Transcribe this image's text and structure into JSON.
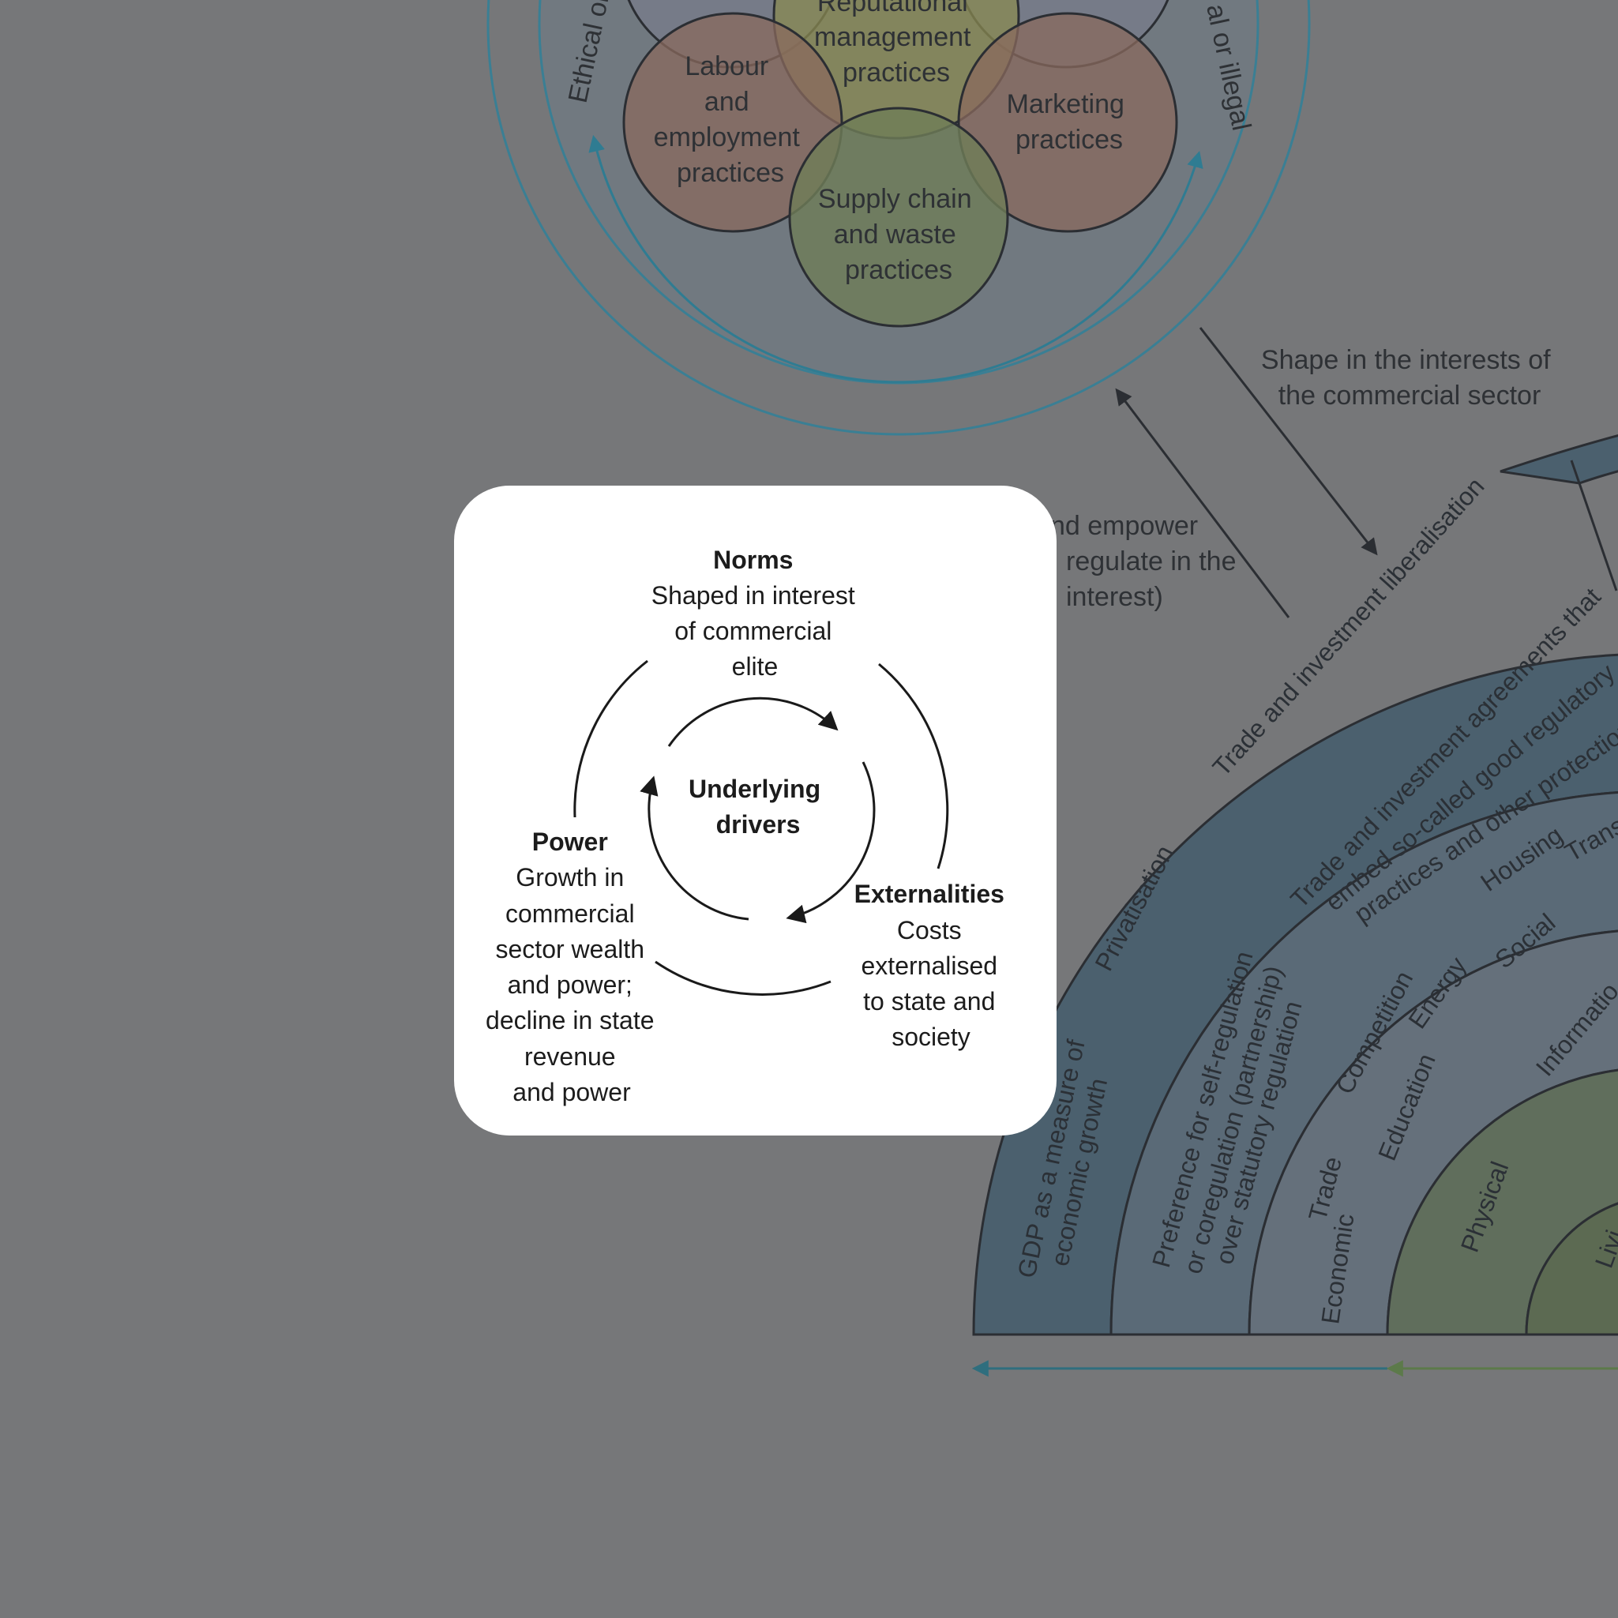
{
  "venn": {
    "circles": [
      {
        "label_lines": [
          "Reputational",
          "management",
          "practices"
        ],
        "color": "#8a8a52"
      },
      {
        "label_lines": [
          "Labour",
          "and",
          "employment",
          "practices"
        ],
        "color": "#8a6a5e"
      },
      {
        "label_lines": [
          "Marketing",
          "practices"
        ],
        "color": "#8a6a5e"
      },
      {
        "label_lines": [
          "Supply chain",
          "and waste",
          "practices"
        ],
        "color": "#6f7d57"
      }
    ],
    "ring_label_left": "Ethical or",
    "ring_label_right": "al or illegal",
    "ring_color": "#3a7f94"
  },
  "arrows": {
    "down_label_lines": [
      "Shape in the interests of",
      "the commercial sector"
    ],
    "up_label_lines": [
      "nd empower",
      "regulate in the",
      "interest)"
    ]
  },
  "fan": {
    "outer_band_color": "#4b606e",
    "bands": {
      "outer": [
        "Trade and investment liberalisation",
        "Privatisation",
        "GDP as a measure of",
        "economic growth"
      ],
      "second": [
        "Trade and investment agreements that",
        "embed so-called good regulatory",
        "practices and other protections",
        "Preference for self-regulation",
        "or coregulation (partnership)",
        "over statutory regulation"
      ],
      "third": [
        "Housing",
        "Trans",
        "Social",
        "Competition",
        "Energy",
        "Education",
        "Trade",
        "Economic"
      ],
      "fourth": [
        "Informatio",
        "Physical",
        "Livi"
      ]
    },
    "bottom_arrow_colors": [
      "#2f6e7e",
      "#5c7a4a"
    ]
  },
  "card": {
    "center_lines": [
      "Underlying",
      "drivers"
    ],
    "norms": {
      "title": "Norms",
      "lines": [
        "Shaped in interest",
        "of commercial",
        "elite"
      ]
    },
    "power": {
      "title": "Power",
      "lines": [
        "Growth in",
        "commercial",
        "sector wealth",
        "and power;",
        "decline in state",
        "revenue",
        "and power"
      ]
    },
    "externalities": {
      "title": "Externalities",
      "lines": [
        "Costs",
        "externalised",
        "to state and",
        "society"
      ]
    }
  }
}
